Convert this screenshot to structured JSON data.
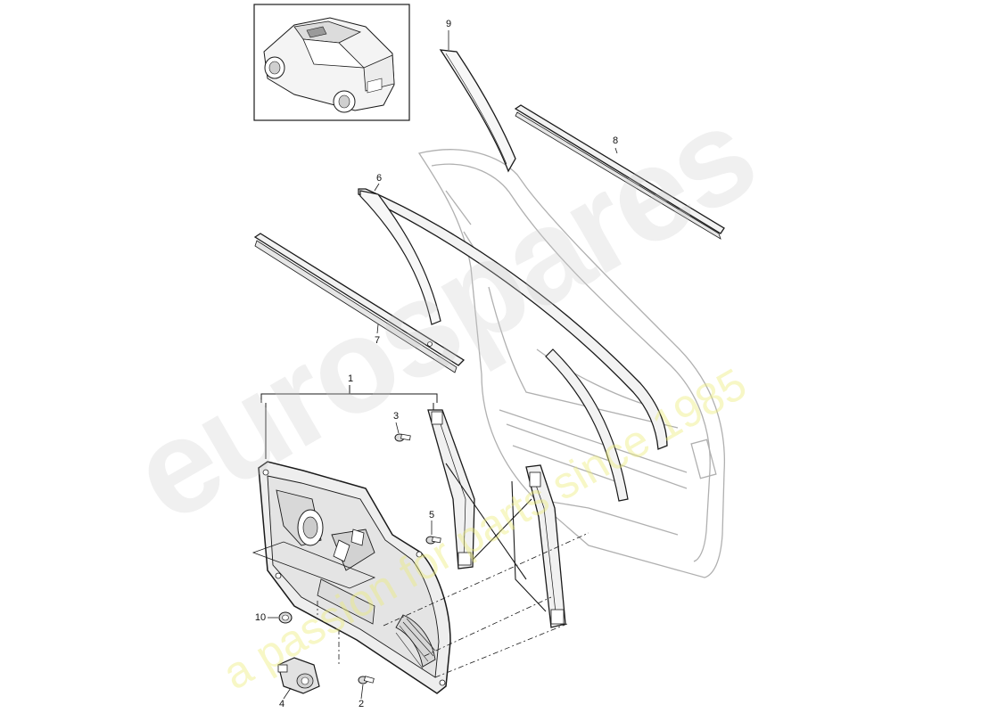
{
  "callouts": {
    "c1": "1",
    "c2": "2",
    "c3": "3",
    "c4": "4",
    "c5": "5",
    "c6": "6",
    "c7": "7",
    "c8": "8",
    "c9": "9",
    "c10": "10"
  },
  "watermark": {
    "logo": "eurospares",
    "tagline": "a passion for parts since 1985"
  },
  "colors": {
    "line": "#1a1a1a",
    "ghost": "#b0b0b0",
    "watermark_logo": "#c8c8c8",
    "watermark_tagline": "#ebeb78"
  }
}
